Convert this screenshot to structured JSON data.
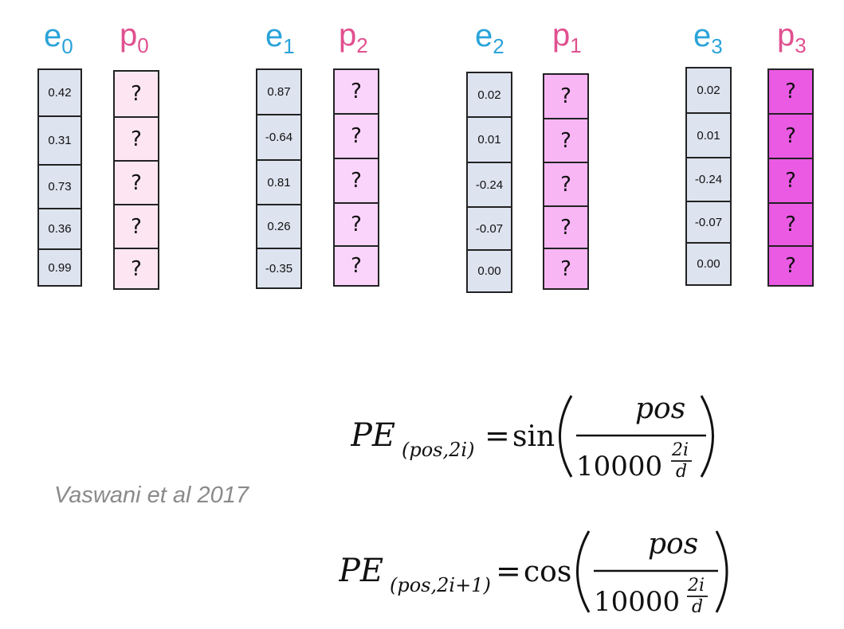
{
  "labels": {
    "e0": {
      "base": "e",
      "sub": "0"
    },
    "p0": {
      "base": "p",
      "sub": "0"
    },
    "e1": {
      "base": "e",
      "sub": "1"
    },
    "p2": {
      "base": "p",
      "sub": "2"
    },
    "e2": {
      "base": "e",
      "sub": "2"
    },
    "p1": {
      "base": "p",
      "sub": "1"
    },
    "e3": {
      "base": "e",
      "sub": "3"
    },
    "p3": {
      "base": "p",
      "sub": "3"
    }
  },
  "embeddings": {
    "e0": [
      "0.42",
      "0.31",
      "0.73",
      "0.36",
      "0.99"
    ],
    "e1": [
      "0.87",
      "-0.64",
      "0.81",
      "0.26",
      "-0.35"
    ],
    "e2": [
      "0.02",
      "0.01",
      "-0.24",
      "-0.07",
      "0.00"
    ],
    "e3": [
      "0.02",
      "0.01",
      "-0.24",
      "-0.07",
      "0.00"
    ]
  },
  "positional": {
    "p0": [
      "?",
      "?",
      "?",
      "?",
      "?"
    ],
    "p2": [
      "?",
      "?",
      "?",
      "?",
      "?"
    ],
    "p1": [
      "?",
      "?",
      "?",
      "?",
      "?"
    ],
    "p3": [
      "?",
      "?",
      "?",
      "?",
      "?"
    ]
  },
  "colors": {
    "embedding_label": "#2aa3d9",
    "positional_label": "#e0508f",
    "embedding_fill": "#dde3ef",
    "p0_fill": "#fde6f2",
    "p2_fill": "#fbd4fb",
    "p1_fill": "#f8b6f5",
    "p3_fill": "#ea5ae3"
  },
  "citation": "Vaswani et al 2017",
  "formulas": {
    "sin": {
      "lhs": "PE",
      "lhs_sub": "(pos,2i)",
      "eq": "=",
      "fn": "sin",
      "numerator": "pos",
      "base": "10000",
      "exp_num": "2i",
      "exp_den": "d"
    },
    "cos": {
      "lhs": "PE",
      "lhs_sub": "(pos,2i+1)",
      "eq": "=",
      "fn": "cos",
      "numerator": "pos",
      "base": "10000",
      "exp_num": "2i",
      "exp_den": "d"
    }
  }
}
